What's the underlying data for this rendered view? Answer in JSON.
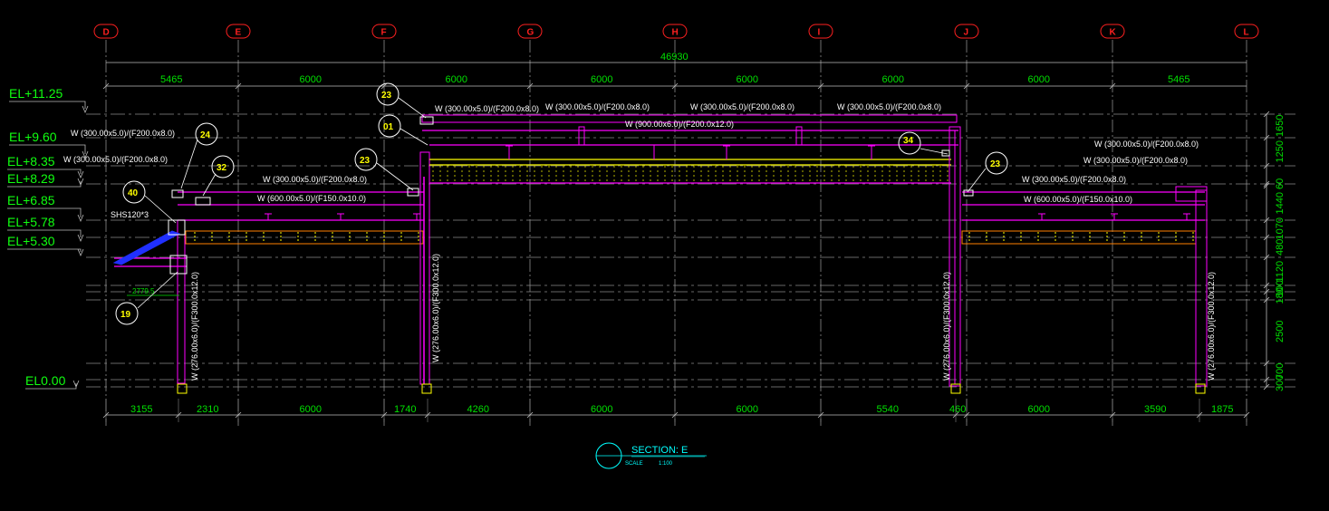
{
  "grid_labels": [
    "D",
    "E",
    "F",
    "G",
    "H",
    "I",
    "J",
    "K",
    "L"
  ],
  "overall_dim": "46930",
  "top_dims": [
    "5465",
    "6000",
    "6000",
    "6000",
    "6000",
    "6000",
    "6000",
    "5465"
  ],
  "bottom_dims": [
    "3155",
    "2310",
    "6000",
    "1740",
    "4260",
    "6000",
    "6000",
    "5540",
    "460",
    "6000",
    "3590",
    "1875"
  ],
  "elevations": [
    "EL+11.25",
    "EL+9.60",
    "EL+8.35",
    "EL+8.29",
    "EL+6.85",
    "EL+5.78",
    "EL+5.30",
    "EL0.00"
  ],
  "right_dims": [
    "1650",
    "1250",
    "60",
    "1440",
    "1070",
    "480",
    "1120",
    "100",
    "180",
    "2500",
    "700",
    "300"
  ],
  "member_labels": {
    "w300_a": "W (300.00x5.0)/(F200.0x8.0)",
    "w900": "W (900.00x6.0)/(F200.0x12.0)",
    "w600": "W (600.00x5.0)/(F150.0x10.0)",
    "shs": "SHS120*3",
    "col": "W (276.00x6.0)/(F300.0x12.0)",
    "small_dim": "2779.5"
  },
  "tags": [
    "23",
    "01",
    "24",
    "32",
    "40",
    "19",
    "34"
  ],
  "title": {
    "section": "SECTION: E",
    "scale_label": "SCALE",
    "scale_value": "1:100"
  },
  "colors": {
    "background": "#000000",
    "steel": "#ff00ff",
    "grid_line": "#8c8c8c",
    "dim": "#00e000",
    "grid_bubble": "#ff2020",
    "tag": "#ffff00",
    "brace": "#2030ff",
    "purlin": "#ff8000"
  }
}
